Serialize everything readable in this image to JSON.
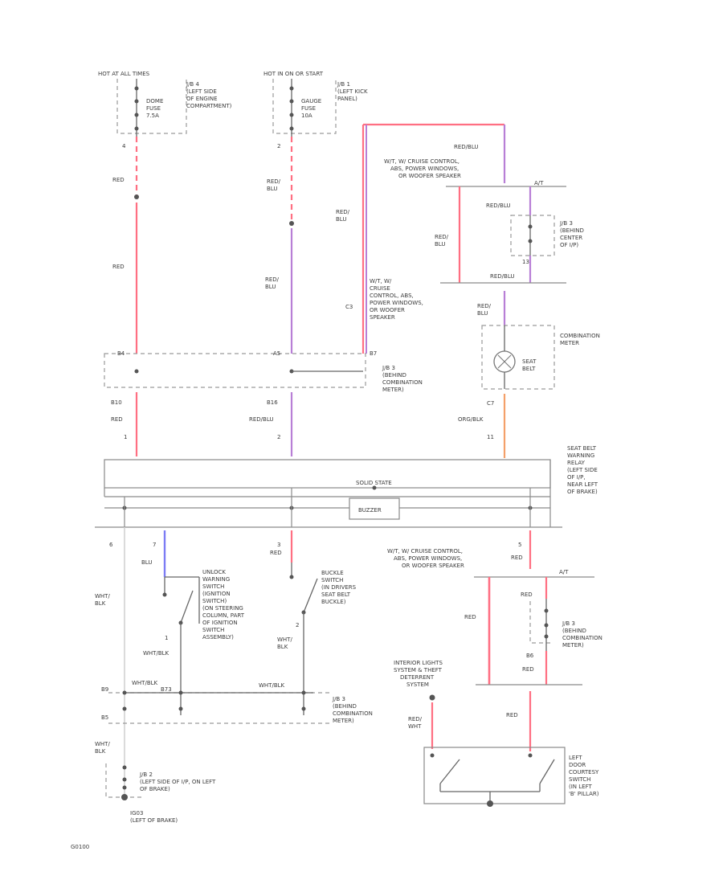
{
  "colors": {
    "red": "#ff6f82",
    "violet": "#b87fd6",
    "blue": "#7c7cf4",
    "orange": "#f4a06a",
    "gray": "#9a9a9a"
  },
  "labels": {
    "top_left_supply": "HOT AT ALL TIMES",
    "top_mid_supply": "HOT IN ON OR START",
    "jb4_name": "J/B 4",
    "jb4_loc1": "(LEFT SIDE",
    "jb4_loc2": "OF ENGINE",
    "jb4_loc3": "COMPARTMENT)",
    "dome_fuse1": "DOME",
    "dome_fuse2": "FUSE",
    "dome_fuse3": "7.5A",
    "jb1_name": "J/B 1",
    "jb1_loc1": "(LEFT KICK",
    "jb1_loc2": "PANEL)",
    "gauge_fuse1": "GAUGE",
    "gauge_fuse2": "FUSE",
    "gauge_fuse3": "10A",
    "pin_a": "4",
    "pin_b": "2",
    "w_red_1": "RED",
    "w_red_2": "RED",
    "w_redblu_1a": "RED/",
    "w_redblu_1b": "BLU",
    "w_redblu_2a": "RED/",
    "w_redblu_2b": "BLU",
    "w_redblu_3a": "RED/",
    "w_redblu_3b": "BLU",
    "w_redblu_4a": "RED/",
    "w_redblu_4b": "BLU",
    "w_redblu_5a": "RED/",
    "w_redblu_5b": "BLU",
    "w_redblu_top": "RED/BLU",
    "w_redblu_mid": "RED/BLU",
    "w_redblu_low": "RED/BLU",
    "w_redblu_right": "RED/BLU",
    "cruise_note_1a": "W/T, W/ CRUISE CONTROL,",
    "cruise_note_1b": "ABS, POWER WINDOWS,",
    "cruise_note_1c": "OR WOOFER SPEAKER",
    "cruise_note_2a": "W/T, W/",
    "cruise_note_2b": "CRUISE",
    "cruise_note_2c": "CONTROL, ABS,",
    "cruise_note_2d": "POWER WINDOWS,",
    "cruise_note_2e": "OR WOOFER",
    "cruise_note_2f": "SPEAKER",
    "cruise_note_3a": "W/T, W/ CRUISE CONTROL,",
    "cruise_note_3b": "ABS, POWER WINDOWS,",
    "cruise_note_3c": "OR WOOFER SPEAKER",
    "at_label_1": "A/T",
    "at_label_2": "A/T",
    "jb3_name_1": "J/B 3",
    "jb3_loc1_1": "(BEHIND",
    "jb3_loc2_1": "CENTER",
    "jb3_loc3_1": "OF I/P)",
    "pin_c": "13",
    "pin_c3": "C3",
    "pin_d": "B4",
    "pin_e": "A5",
    "pin_f": "B7",
    "pin_g": "B10",
    "pin_h": "B16",
    "pin_i": "C7",
    "pin_j": "1",
    "pin_k": "2",
    "pin_l": "11",
    "jb3_name_2": "J/B 3",
    "jb3_loc1_2": "(BEHIND",
    "jb3_loc2_2": "COMBINATION",
    "jb3_loc3_2": "METER)",
    "combo_meter_1": "COMBINATION",
    "combo_meter_2": "METER",
    "seat_belt_1": "SEAT",
    "seat_belt_2": "BELT",
    "w_red_3": "RED",
    "w_redblu_6": "RED/BLU",
    "w_orgblk": "ORG/BLK",
    "relay_1": "SEAT BELT",
    "relay_2": "WARNING",
    "relay_3": "RELAY",
    "relay_4": "(LEFT SIDE",
    "relay_5": "OF I/P,",
    "relay_6": "NEAR LEFT",
    "relay_7": "OF BRAKE)",
    "solid_state": "SOLID STATE",
    "buzzer": "BUZZER",
    "pin_m": "6",
    "pin_n": "7",
    "pin_o": "3",
    "pin_p": "5",
    "w_blu": "BLU",
    "w_red_4": "RED",
    "w_red_5": "RED",
    "w_red_6": "RED",
    "w_red_7": "RED",
    "w_red_8": "RED",
    "w_red_9": "RED",
    "w_whtblk_1a": "WHT/",
    "w_whtblk_1b": "BLK",
    "w_whtblk_2a": "WHT/",
    "w_whtblk_2b": "BLK",
    "w_whtblk_3a": "WHT/",
    "w_whtblk_3b": "BLK",
    "w_whtblk_4": "WHT/BLK",
    "w_whtblk_5": "WHT/BLK",
    "w_whtblk_6": "WHT/BLK",
    "unlock_1": "UNLOCK",
    "unlock_2": "WARNING",
    "unlock_3": "SWITCH",
    "unlock_4": "(IGNITION",
    "unlock_5": "SWITCH)",
    "unlock_6": "(ON STEERING",
    "unlock_7": "COLUMN, PART",
    "unlock_8": "OF IGNITION",
    "unlock_9": "SWITCH",
    "unlock_10": "ASSEMBLY)",
    "buckle_1": "BUCKLE",
    "buckle_2": "SWITCH",
    "buckle_3": "(IN DRIVERS",
    "buckle_4": "SEAT BELT",
    "buckle_5": "BUCKLE)",
    "pin_q": "B9",
    "pin_r": "B73",
    "pin_s": "1",
    "pin_t": "2",
    "pin_u": "B5",
    "pin_v": "B6",
    "jb3_name_3": "J/B 3",
    "jb3_loc1_3": "(BEHIND",
    "jb3_loc2_3": "COMBINATION",
    "jb3_loc3_3": "METER)",
    "jb3_name_4": "J/B 3",
    "jb3_loc1_4": "(BEHIND",
    "jb3_loc2_4": "COMBINATION",
    "jb3_loc3_4": "METER)",
    "interior_1": "INTERIOR LIGHTS",
    "interior_2": "SYSTEM & THEFT",
    "interior_3": "DETERRENT",
    "interior_4": "SYSTEM",
    "w_redwht_a": "RED/",
    "w_redwht_b": "WHT",
    "courtesy_1": "LEFT",
    "courtesy_2": "DOOR",
    "courtesy_3": "COURTESY",
    "courtesy_4": "SWITCH",
    "courtesy_5": "(IN LEFT",
    "courtesy_6": "'B' PILLAR)",
    "jb2_name": "J/B 2",
    "jb2_loc1": "(LEFT SIDE OF I/P, ON LEFT",
    "jb2_loc2": "OF BRAKE)",
    "ground_1": "IG03",
    "ground_2": "(LEFT OF BRAKE)",
    "diagram_code": "G0100"
  }
}
